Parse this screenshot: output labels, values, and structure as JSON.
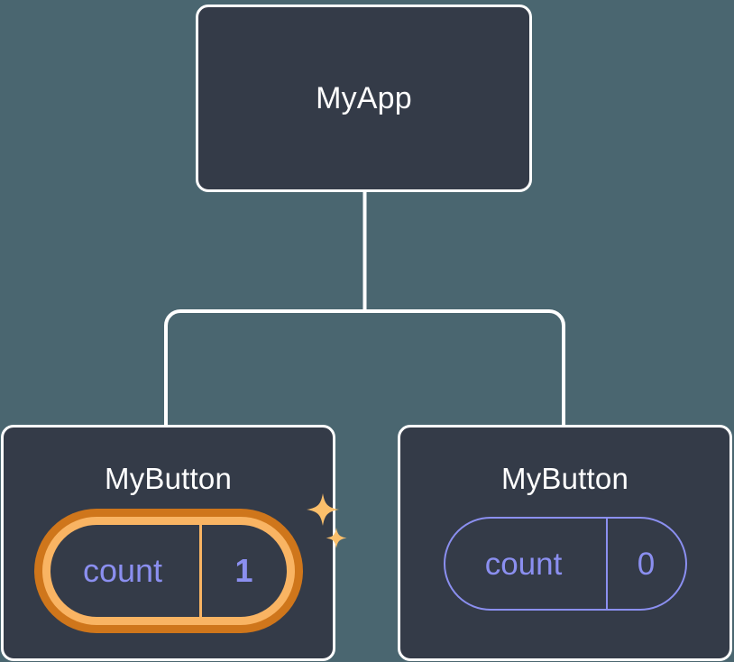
{
  "diagram": {
    "type": "component-tree",
    "background_color": "#4a6670",
    "node_fill_color": "#343b48",
    "node_border_color": "#ffffff",
    "connector_color": "#ffffff",
    "state_color": "#8b8ff0",
    "highlight_outer_color": "#cf761b",
    "highlight_inner_color": "#f9b463",
    "sparkle_color": "#fbbf6b"
  },
  "root": {
    "title": "MyApp"
  },
  "children": [
    {
      "title": "MyButton",
      "state": {
        "label": "count",
        "value": "1"
      },
      "highlighted": true,
      "sparkle_icons": [
        "sparkle-large-icon",
        "sparkle-small-icon"
      ]
    },
    {
      "title": "MyButton",
      "state": {
        "label": "count",
        "value": "0"
      },
      "highlighted": false
    }
  ]
}
